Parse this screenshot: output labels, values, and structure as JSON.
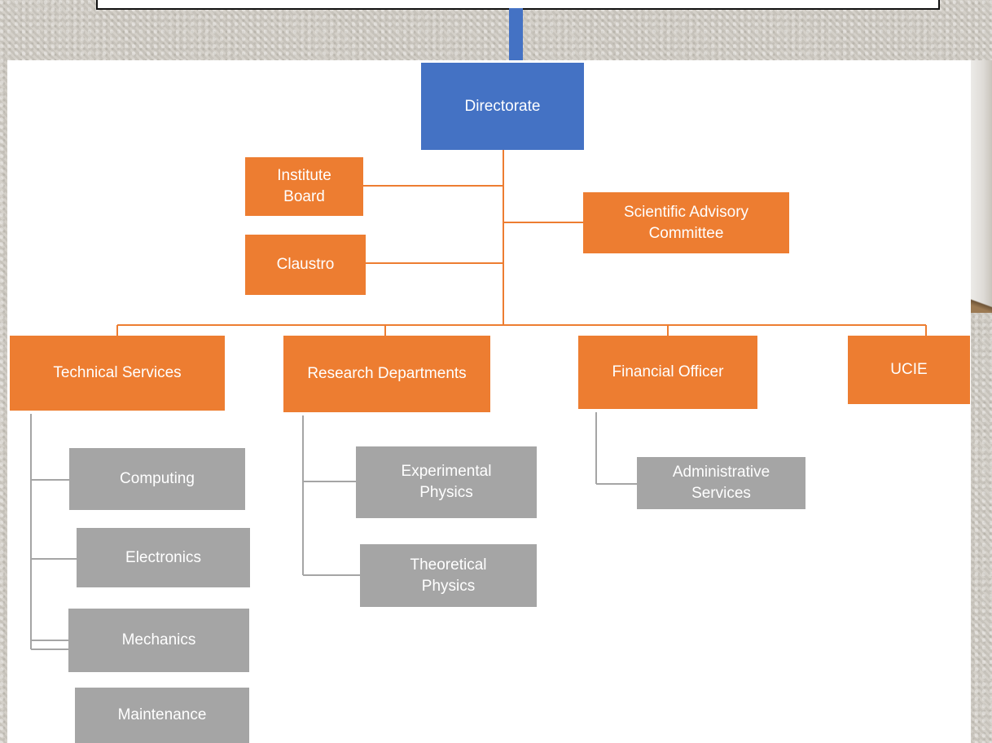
{
  "colors": {
    "directorate": "#4472c4",
    "primary_units": "#ed7d31",
    "sub_units": "#a5a5a5",
    "tree_lines": "#ed7d31",
    "sub_tree_lines": "#a5a5a5"
  },
  "diagram": {
    "root": "Directorate",
    "bodies": {
      "institute_board": "Institute\nBoard",
      "claustro": "Claustro",
      "scientific_advisory": "Scientific Advisory\nCommittee"
    },
    "divisions": {
      "technical_services": {
        "label": "Technical  Services",
        "children": [
          "Computing",
          "Electronics",
          "Mechanics",
          "Maintenance"
        ]
      },
      "research_departments": {
        "label": "Research Departments",
        "children": [
          "Experimental\nPhysics",
          "Theoretical\nPhysics"
        ]
      },
      "financial_officer": {
        "label": "Financial  Officer",
        "children": [
          "Administrative\nServices"
        ]
      },
      "ucie": {
        "label": "UCIE"
      }
    }
  }
}
